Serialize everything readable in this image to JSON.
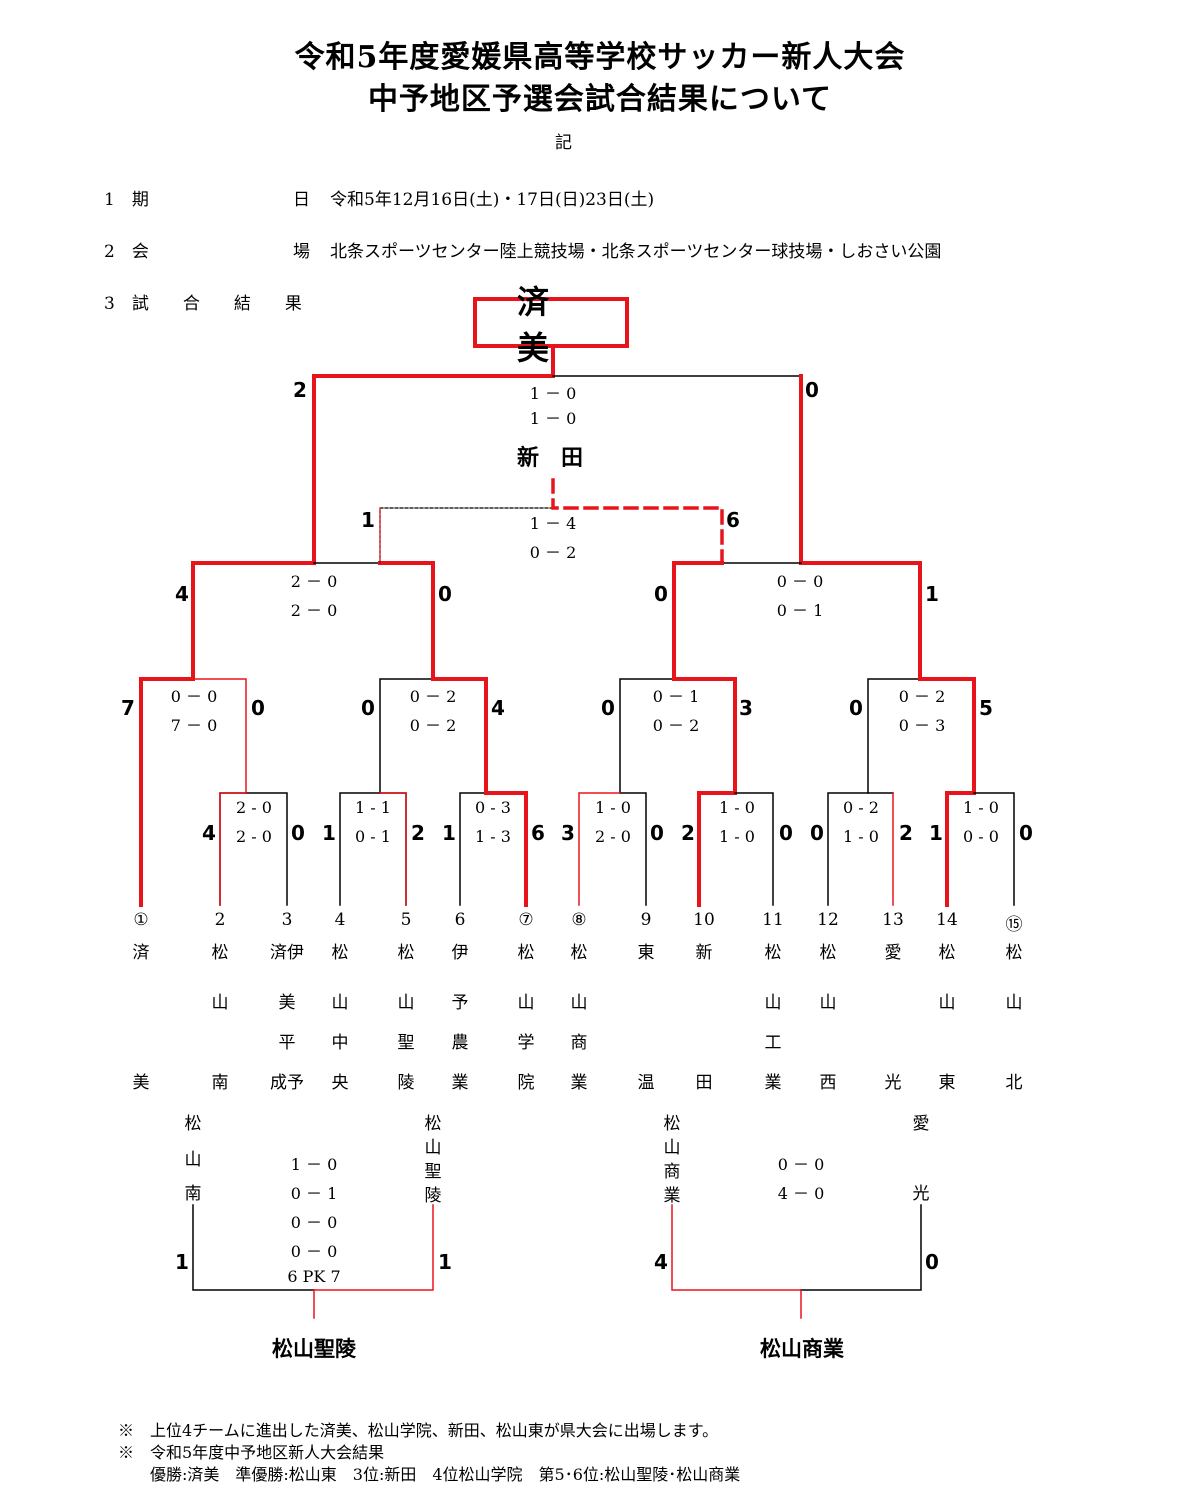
{
  "header": {
    "title_line1": "令和5年度愛媛県高等学校サッカー新人大会",
    "title_line2": "中予地区予選会試合結果について",
    "ki": "記"
  },
  "info": {
    "item1_num": "1",
    "item1_label": "期",
    "item1_mid": "日",
    "item1_text": "令和5年12月16日(土)・17日(日)23日(土)",
    "item2_num": "2",
    "item2_label": "会",
    "item2_mid": "場",
    "item2_text": "北条スポーツセンター陸上競技場・北条スポーツセンター球技場・しおさい公園",
    "item3_num": "3",
    "item3_label": [
      "試",
      "合",
      "結",
      "果"
    ]
  },
  "champion": "済美",
  "final": {
    "left_score": "2",
    "right_score": "0",
    "halves": [
      "1 － 0",
      "1 － 0"
    ]
  },
  "third_place_label": "新　田",
  "third": {
    "left_score": "1",
    "right_score": "6",
    "halves": [
      "1 － 4",
      "0 － 2"
    ]
  },
  "semis": [
    {
      "left_score": "4",
      "right_score": "0",
      "halves": [
        "2 － 0",
        "2 － 0"
      ]
    },
    {
      "left_score": "0",
      "right_score": "1",
      "halves": [
        "0 － 0",
        "0 － 1"
      ]
    }
  ],
  "quarters": [
    {
      "left_score": "7",
      "right_score": "0",
      "halves": [
        "0 － 0",
        "7 － 0"
      ]
    },
    {
      "left_score": "0",
      "right_score": "4",
      "halves": [
        "0 － 2",
        "0 － 2"
      ]
    },
    {
      "left_score": "0",
      "right_score": "3",
      "halves": [
        "0 － 1",
        "0 － 2"
      ]
    },
    {
      "left_score": "0",
      "right_score": "5",
      "halves": [
        "0 － 2",
        "0 － 3"
      ]
    }
  ],
  "round1": [
    {
      "left_score": "4",
      "right_score": "0",
      "halves": [
        "2 - 0",
        "2 - 0"
      ]
    },
    {
      "left_score": "1",
      "right_score": "2",
      "halves": [
        "1 - 1",
        "0 - 1"
      ]
    },
    {
      "left_score": "1",
      "right_score": "6",
      "halves": [
        "0 - 3",
        "1 - 3"
      ]
    },
    {
      "left_score": "3",
      "right_score": "0",
      "halves": [
        "1 - 0",
        "2 - 0"
      ]
    },
    {
      "left_score": "2",
      "right_score": "0",
      "halves": [
        "1 - 0",
        "1 - 0"
      ]
    },
    {
      "left_score": "0",
      "right_score": "2",
      "halves": [
        "0 - 2",
        "1 - 0"
      ]
    },
    {
      "left_score": "1",
      "right_score": "0",
      "halves": [
        "1 - 0",
        "0 - 0"
      ]
    }
  ],
  "teams": [
    {
      "num": "①",
      "chars": [
        "済",
        "",
        "",
        "美"
      ]
    },
    {
      "num": "2",
      "chars": [
        "松",
        "山",
        "",
        "南"
      ]
    },
    {
      "num": "3",
      "chars": [
        "済伊",
        "美",
        "平",
        "成予"
      ]
    },
    {
      "num": "4",
      "chars": [
        "松",
        "山",
        "中",
        "央"
      ]
    },
    {
      "num": "5",
      "chars": [
        "松",
        "山",
        "聖",
        "陵"
      ]
    },
    {
      "num": "6",
      "chars": [
        "伊",
        "予",
        "農",
        "業"
      ]
    },
    {
      "num": "⑦",
      "chars": [
        "松",
        "山",
        "学",
        "院"
      ]
    },
    {
      "num": "⑧",
      "chars": [
        "松",
        "山",
        "商",
        "業"
      ]
    },
    {
      "num": "9",
      "chars": [
        "東",
        "",
        "",
        "温"
      ]
    },
    {
      "num": "10",
      "chars": [
        "新",
        "",
        "",
        "田"
      ]
    },
    {
      "num": "11",
      "chars": [
        "松",
        "山",
        "工",
        "業"
      ]
    },
    {
      "num": "12",
      "chars": [
        "松",
        "山",
        "",
        "西"
      ]
    },
    {
      "num": "13",
      "chars": [
        "愛",
        "",
        "",
        "光"
      ]
    },
    {
      "num": "14",
      "chars": [
        "松",
        "山",
        "",
        "東"
      ]
    },
    {
      "num": "⑮",
      "chars": [
        "松",
        "山",
        "",
        "北"
      ]
    }
  ],
  "place_match_1": {
    "left_team": [
      "松",
      "山",
      "南"
    ],
    "right_team": [
      "松",
      "山",
      "聖",
      "陵"
    ],
    "left_score": "1",
    "right_score": "1",
    "halves": [
      "1 － 0",
      "0 － 1",
      "0 － 0",
      "0 － 0",
      "6 PK 7"
    ],
    "winner": "松山聖陵"
  },
  "place_match_2": {
    "left_team": [
      "松",
      "山",
      "商",
      "業"
    ],
    "right_team": [
      "愛",
      "光"
    ],
    "left_score": "4",
    "right_score": "0",
    "halves": [
      "0 － 0",
      "4 － 0"
    ],
    "winner": "松山商業"
  },
  "notes": {
    "line1": "※　上位4チームに進出した済美、松山学院、新田、松山東が県大会に出場します。",
    "line2": "※　令和5年度中予地区新人大会結果",
    "line3": "　　優勝:済美　準優勝:松山東　3位:新田　4位松山学院　第5･6位:松山聖陵･松山商業"
  },
  "colors": {
    "winner_line": "#e8141b",
    "loser_line": "#000000"
  }
}
